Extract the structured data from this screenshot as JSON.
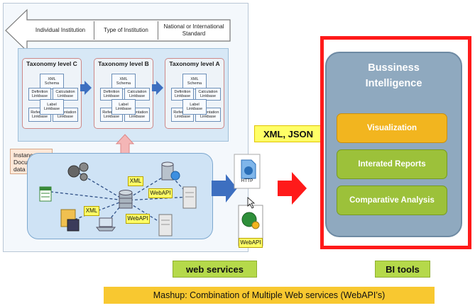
{
  "top_bar": {
    "items": [
      "Individual Institution",
      "Type of Institution",
      "National or International Standard"
    ]
  },
  "taxonomy": {
    "levels": [
      {
        "title": "Taxonomy level C"
      },
      {
        "title": "Taxonomy level B"
      },
      {
        "title": "Taxonomy level A"
      }
    ],
    "tiles": {
      "xml_schema": "XML Schema",
      "definition": "Definition Linkbase",
      "calculation": "Calculation Linkbase",
      "label": "Label Linkbase",
      "reference": "Reference Linkbase",
      "presentation": "Presentation Linkbase"
    }
  },
  "instance_label": "Instance Document, data",
  "network_labels": {
    "xml_top": "XML",
    "webapi_right": "WebAPI",
    "xml_left": "XML",
    "webapi_bottom": "WebAPI"
  },
  "xml_json": "XML, JSON",
  "services": {
    "http": "HTTP",
    "webapi": "WebAPI"
  },
  "bi": {
    "title_line1": "Bussiness",
    "title_line2": "Intelligence",
    "items": [
      "Visualization",
      "Interated Reports",
      "Comparative Analysis"
    ]
  },
  "labels": {
    "web_services": "web services",
    "bi_tools": "BI tools",
    "mashup": "Mashup: Combination of Multiple Web services (WebAPI’s)"
  },
  "colors": {
    "bi_border": "#ff1a1a",
    "visualization": "#f2b51f",
    "reports": "#9cc13a",
    "analysis": "#9cc13a",
    "label_green": "#b5d94a",
    "mashup_bg": "#f8c830"
  }
}
